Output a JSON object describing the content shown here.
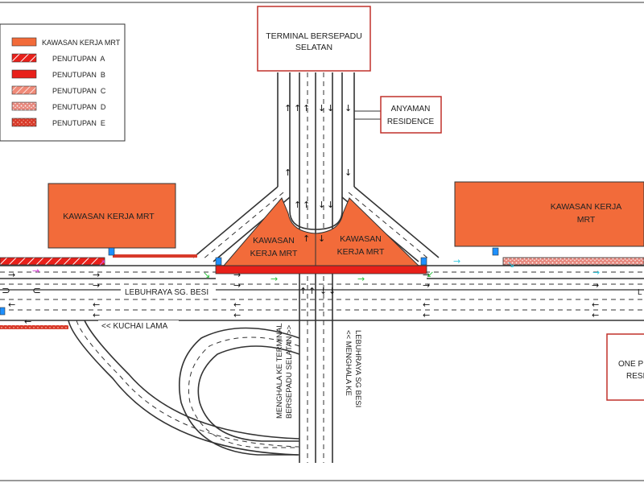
{
  "legend": {
    "items": [
      {
        "label": "KAWASAN KERJA MRT",
        "pattern": "solid-orange"
      },
      {
        "label": "PENUTUPAN  A",
        "pattern": "hatch-red"
      },
      {
        "label": "PENUTUPAN  B",
        "pattern": "solid-red"
      },
      {
        "label": "PENUTUPAN  C",
        "pattern": "hatch-light"
      },
      {
        "label": "PENUTUPAN  D",
        "pattern": "dots-pink"
      },
      {
        "label": "PENUTUPAN  E",
        "pattern": "dots-red"
      }
    ]
  },
  "terminal": {
    "line1": "TERMINAL BERSEPADU",
    "line2": "SELATAN"
  },
  "anyaman": {
    "line1": "ANYAMAN",
    "line2": "RESIDENCE"
  },
  "work_zone_left": {
    "line1": "KAWASAN KERJA MRT"
  },
  "work_zone_right": {
    "line1": "KAWASAN KERJA",
    "line2": "MRT"
  },
  "work_zone_center_left": {
    "line1": "KAWASAN",
    "line2": "KERJA MRT"
  },
  "work_zone_center_right": {
    "line1": "KAWASAN",
    "line2": "KERJA MRT"
  },
  "one_park": {
    "line1": "ONE P",
    "line2": "RESI"
  },
  "road_labels": {
    "highway": "LEBUHRAYA SG. BESI",
    "highway_right": "L",
    "kuchai": "<< KUCHAI LAMA",
    "to_terminal_1": "MENGHALA KE TERMINAL",
    "to_terminal_2": "BERSEPADU SELATAN >>",
    "to_besi_1": "<< MENGHALA KE",
    "to_besi_2": "LEBUHRAYA SG BESI"
  },
  "colors": {
    "orange": "#f26b3a",
    "red": "#e8201a",
    "road_edge": "#333333",
    "magenta": "#d63bd6",
    "green": "#27c23a",
    "cyan": "#35c9e0",
    "blue_sign": "#1e90ff"
  }
}
